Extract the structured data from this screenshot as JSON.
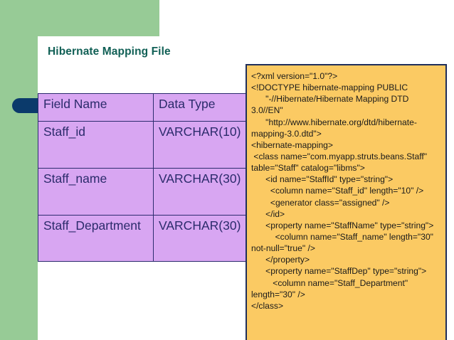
{
  "slide": {
    "title": "Hibernate Mapping File",
    "colors": {
      "green_band": "#97CB96",
      "title_teal": "#116056",
      "navy_accent": "#0B3A6B",
      "table_fill": "#D8A6F2",
      "table_border": "#2C2C6E",
      "table_text": "#2B2B6B",
      "code_background": "#FBCA63",
      "code_border": "#1F2E5A",
      "code_text": "#1A1A1A"
    }
  },
  "table": {
    "headers": [
      "Field Name",
      "Data Type"
    ],
    "rows": [
      [
        "Staff_id",
        "VARCHAR(10)"
      ],
      [
        "Staff_name",
        "VARCHAR(30)"
      ],
      [
        "Staff_Department",
        "VARCHAR(30)"
      ]
    ]
  },
  "code_panel": {
    "language": "xml",
    "content": "<?xml version=\"1.0\"?>\n<!DOCTYPE hibernate-mapping PUBLIC\n      \"-//Hibernate/Hibernate Mapping DTD 3.0//EN\"\n      \"http://www.hibernate.org/dtd/hibernate-mapping-3.0.dtd\">\n<hibernate-mapping>\n <class name=\"com.myapp.struts.beans.Staff\" table=\"Staff\" catalog=\"libms\">\n      <id name=\"StaffId\" type=\"string\">\n        <column name=\"Staff_id\" length=\"10\" />\n        <generator class=\"assigned\" />\n      </id>\n      <property name=\"StaffName\" type=\"string\">\n          <column name=\"Staff_name\" length=\"30\" not-null=\"true\" />\n      </property>\n      <property name=\"StaffDep\" type=\"string\">\n         <column name=\"Staff_Department\" length=\"30\" />\n</class>"
  }
}
